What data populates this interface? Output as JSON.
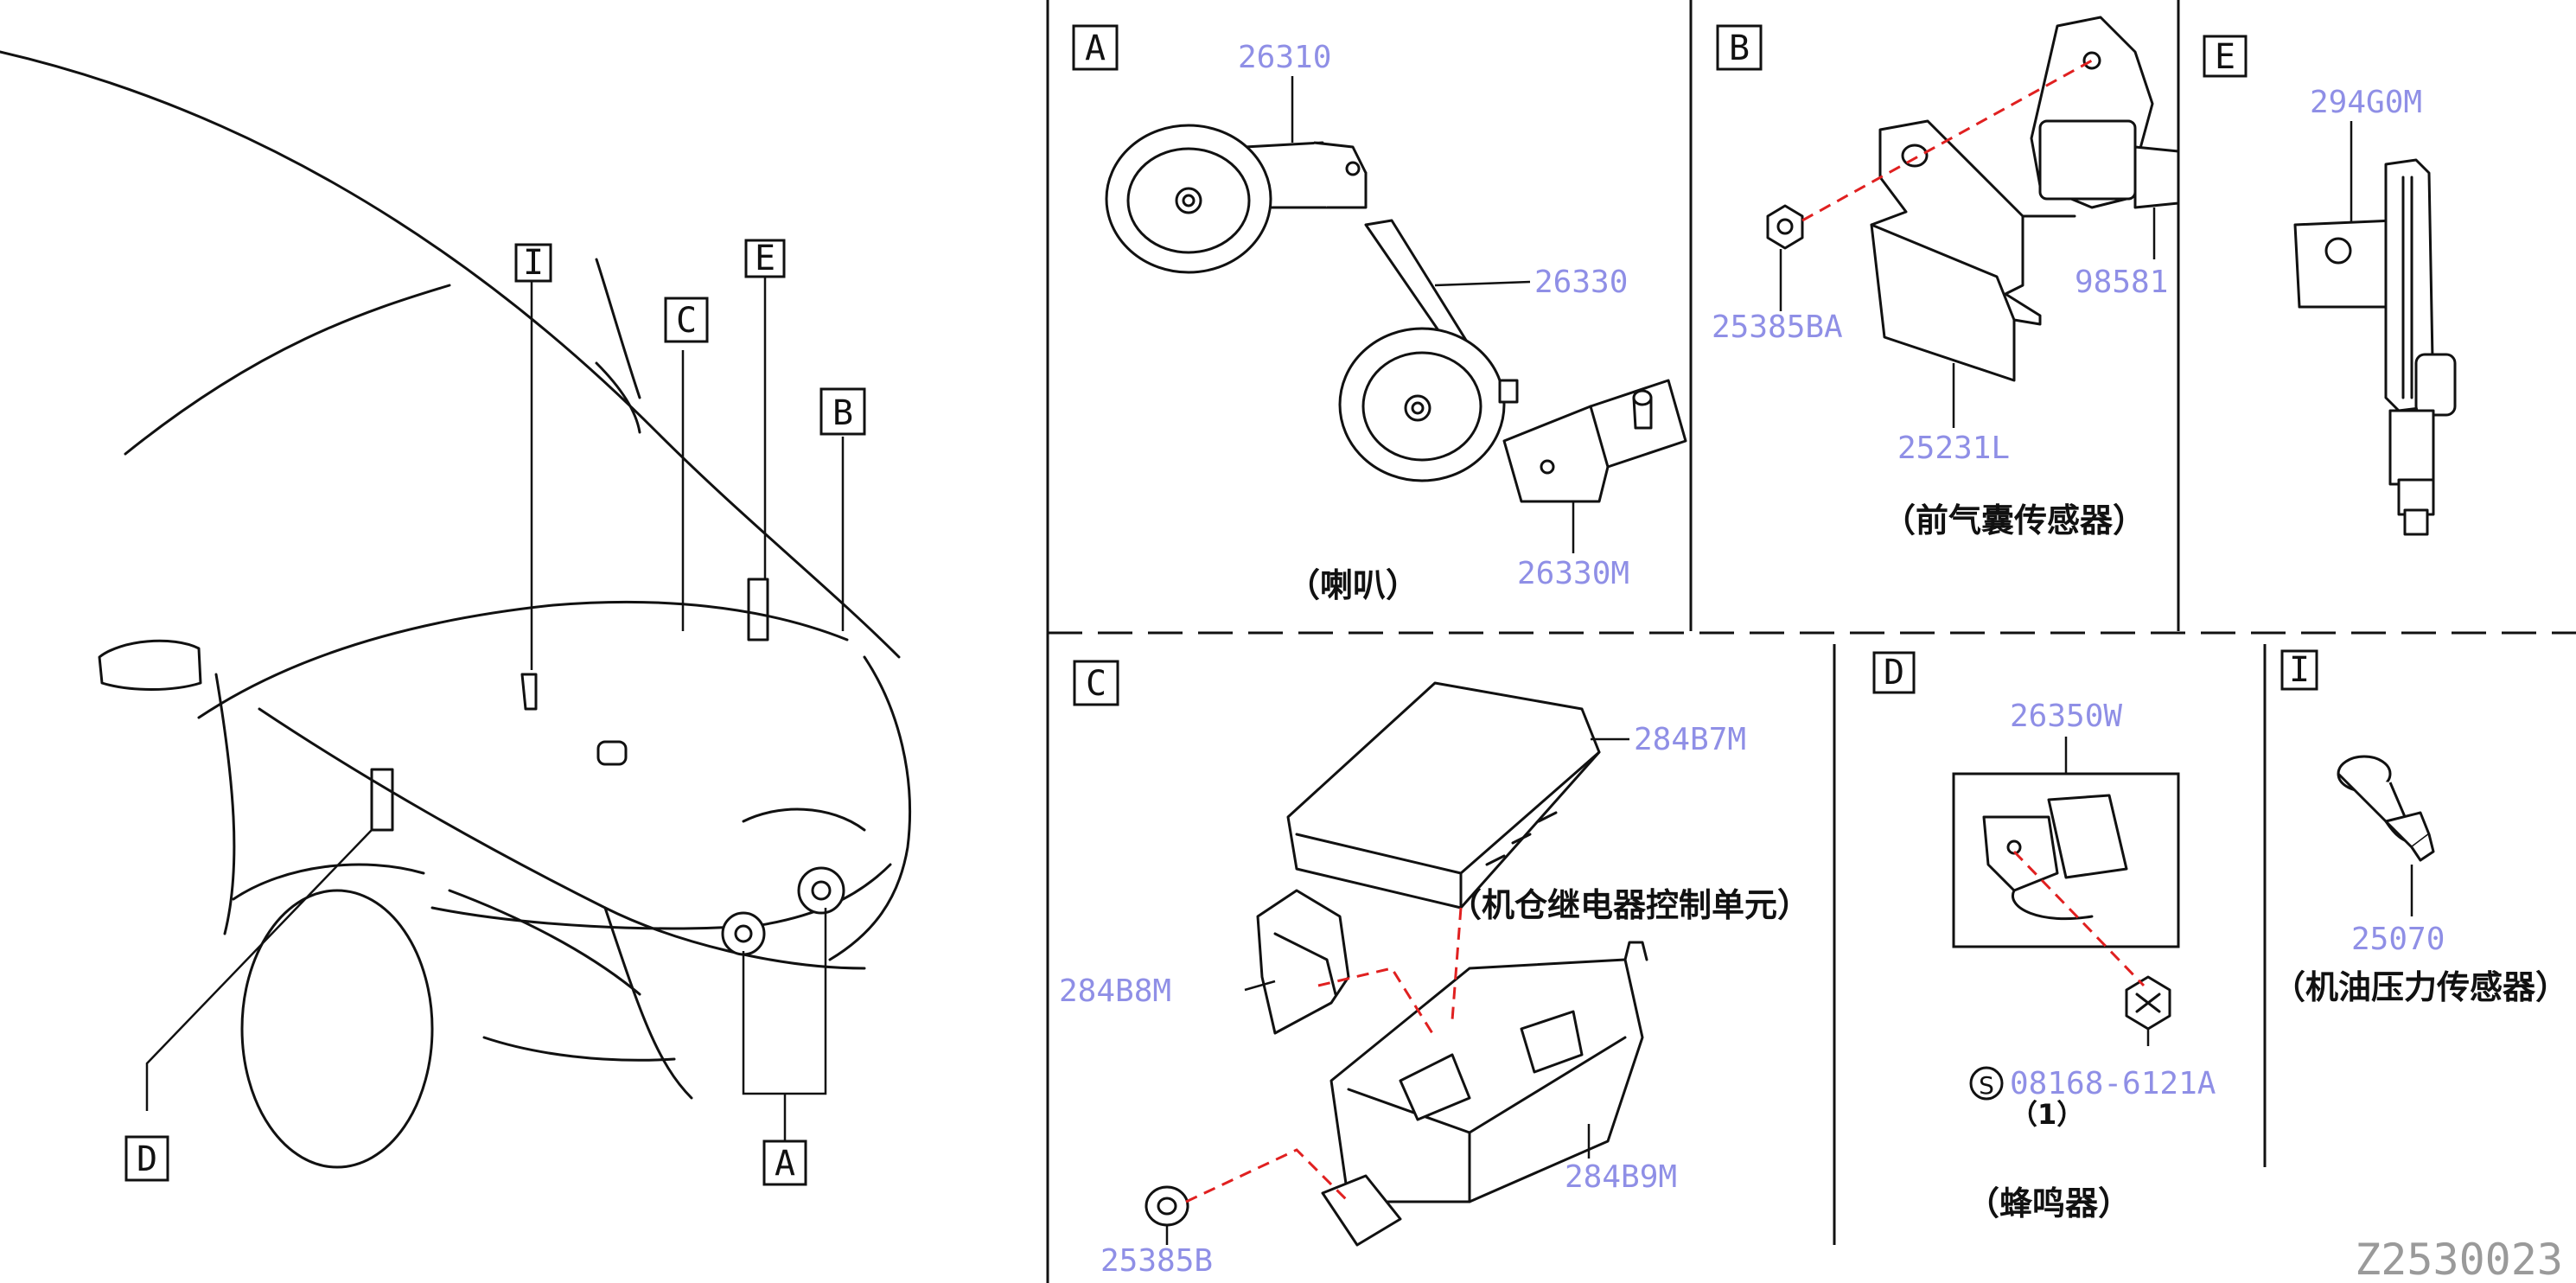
{
  "diagram_code": "Z2530023",
  "overview": {
    "callouts": [
      "I",
      "C",
      "E",
      "B",
      "D",
      "A"
    ]
  },
  "panels": {
    "A": {
      "letter": "A",
      "caption": "（喇叭）",
      "parts": [
        "26310",
        "26330",
        "26330M"
      ]
    },
    "B": {
      "letter": "B",
      "caption": "（前气囊传感器）",
      "parts": [
        "25385BA",
        "98581",
        "25231L"
      ]
    },
    "E": {
      "letter": "E",
      "parts": [
        "294G0M"
      ]
    },
    "C": {
      "letter": "C",
      "caption": "（机仓继电器控制单元）",
      "parts": [
        "284B7M",
        "284B8M",
        "284B9M",
        "25385B"
      ]
    },
    "D": {
      "letter": "D",
      "caption": "（蜂鸣器）",
      "parts": [
        "26350W",
        "08168-6121A"
      ],
      "screw_symbol": "S",
      "quantity": "（1）"
    },
    "I": {
      "letter": "I",
      "caption": "（机油压力传感器）",
      "parts": [
        "25070"
      ]
    }
  }
}
